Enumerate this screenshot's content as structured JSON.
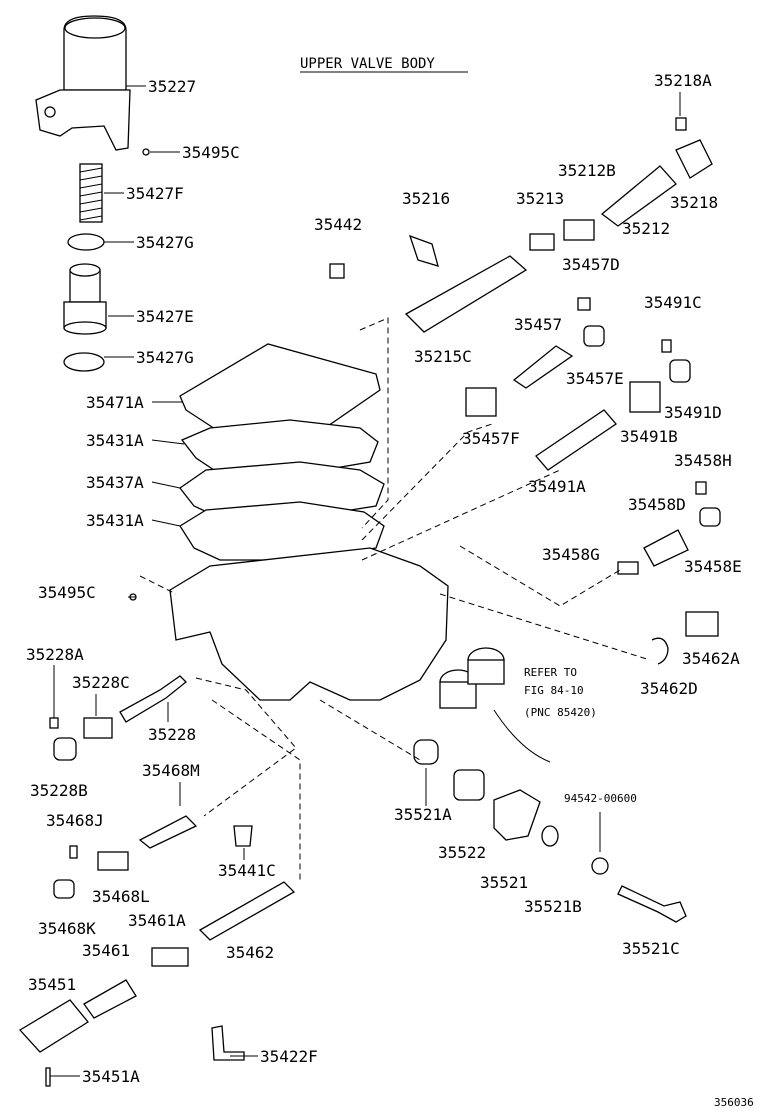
{
  "title": "UPPER VALVE BODY",
  "refer_note": [
    "REFER TO",
    "FIG 84-10",
    "(PNC 85420)"
  ],
  "figure_code": "356036",
  "part_numbers": {
    "p35227": "35227",
    "p35495C_top": "35495C",
    "p35427F": "35427F",
    "p35427G_a": "35427G",
    "p35427E": "35427E",
    "p35427G_b": "35427G",
    "p35471A": "35471A",
    "p35431A_a": "35431A",
    "p35437A": "35437A",
    "p35431A_b": "35431A",
    "p35495C_mid": "35495C",
    "p35228A": "35228A",
    "p35228C": "35228C",
    "p35228": "35228",
    "p35228B": "35228B",
    "p35468M": "35468M",
    "p35468J": "35468J",
    "p35468L": "35468L",
    "p35468K": "35468K",
    "p35441C": "35441C",
    "p35461A": "35461A",
    "p35461": "35461",
    "p35462": "35462",
    "p35451": "35451",
    "p35451A": "35451A",
    "p35422F": "35422F",
    "p35442": "35442",
    "p35216": "35216",
    "p35213": "35213",
    "p35212B": "35212B",
    "p35218A": "35218A",
    "p35218": "35218",
    "p35212": "35212",
    "p35457D": "35457D",
    "p35215C": "35215C",
    "p35457": "35457",
    "p35457E": "35457E",
    "p35457F": "35457F",
    "p35491C": "35491C",
    "p35491D": "35491D",
    "p35491B": "35491B",
    "p35491A": "35491A",
    "p35458H": "35458H",
    "p35458D": "35458D",
    "p35458G": "35458G",
    "p35458E": "35458E",
    "p35462A": "35462A",
    "p35462D": "35462D",
    "p35521A": "35521A",
    "p35522": "35522",
    "p35521": "35521",
    "p94542": "94542-00600",
    "p35521B": "35521B",
    "p35521C": "35521C"
  }
}
